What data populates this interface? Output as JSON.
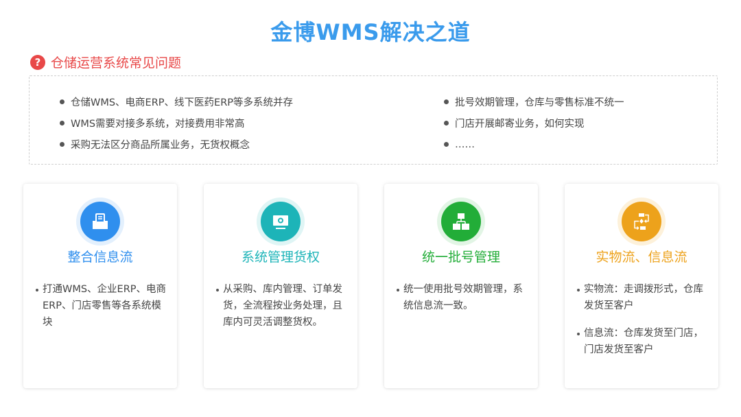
{
  "header": {
    "title": "金博WMS解决之道"
  },
  "problems": {
    "title": "仓储运营系统常见问题",
    "icon": "question-circle-icon",
    "accent_color": "#e84848",
    "left_items": [
      "仓储WMS、电商ERP、线下医药ERP等多系统并存",
      "WMS需要对接多系统，对接费用非常高",
      "采购无法区分商品所属业务，无货权概念"
    ],
    "right_items": [
      "批号效期管理，仓库与零售标准不统一",
      "门店开展邮寄业务，如何实现",
      "……"
    ]
  },
  "cards": [
    {
      "title": "整合信息流",
      "icon": "inbox-document-icon",
      "color": "#2f8fee",
      "bullets": [
        "打通WMS、企业ERP、电商ERP、门店零售等各系统模块"
      ]
    },
    {
      "title": "系统管理货权",
      "icon": "monitor-gear-icon",
      "color": "#1db4b8",
      "bullets": [
        "从采购、库内管理、订单发货，全流程按业务处理，且库内可灵活调整货权。"
      ]
    },
    {
      "title": "统一批号管理",
      "icon": "hierarchy-icon",
      "color": "#22ad38",
      "bullets": [
        "统一使用批号效期管理，系统信息流一致。"
      ]
    },
    {
      "title": "实物流、信息流",
      "icon": "flowchart-icon",
      "color": "#eda21b",
      "bullets": [
        "实物流：走调拨形式，仓库发货至客户",
        "信息流：仓库发货至门店，门店发货至客户"
      ]
    }
  ]
}
